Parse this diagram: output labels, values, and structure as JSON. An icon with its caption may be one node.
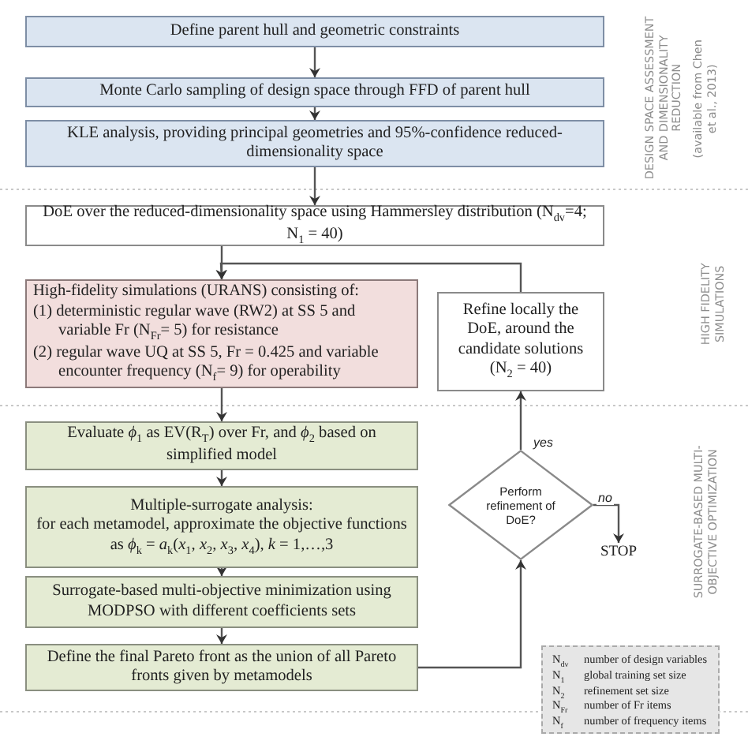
{
  "diagram": {
    "nodes": [
      {
        "text": [
          "Define parent hull and geometric constraints"
        ]
      },
      {
        "text": [
          "Monte Carlo sampling of design space through FFD of parent hull"
        ]
      },
      {
        "text": [
          "KLE analysis, providing principal geometries and 95%-confidence reduced-dimensionality space"
        ]
      },
      {
        "text": [
          "DoE over the reduced-dimensionality space using Hammersley distribution (N$_{dv}$=4; N$_{1}$ = 40)"
        ]
      },
      {
        "text": [
          "High-fidelity simulations (URANS) consisting of:",
          "(1) deterministic regular wave (RW2) at SS 5 and variable Fr (N$_{Fr}$= 5) for resistance",
          "(2) regular wave UQ at SS 5, Fr = 0.425 and variable encounter frequency (N$_{f}$= 9) for operability"
        ]
      },
      {
        "text": [
          "Refine locally the DoE, around the candidate solutions (N$_{2}$ = 40)"
        ]
      },
      {
        "text": [
          "Evaluate *ϕ*$_{1}$ as EV(R$_{T}$) over Fr, and *ϕ*$_{2}$ based on simplified model"
        ]
      },
      {
        "text": [
          "Multiple-surrogate analysis:",
          "for each metamodel, approximate the objective functions as *ϕ*$_{k}$ = *a*$_{k}$(*x*$_{1}$, *x*$_{2}$, *x*$_{3}$, *x*$_{4}$), *k* = 1,…,3"
        ]
      },
      {
        "text": [
          "Surrogate-based multi-objective minimization using MODPSO with different coefficients sets"
        ]
      },
      {
        "text": [
          "Define the final Pareto front as the union of all Pareto fronts given by metamodels"
        ]
      },
      {
        "text": [
          "Perform refinement of DoE?"
        ]
      },
      {
        "text": [
          "STOP"
        ]
      }
    ],
    "edges": [
      {
        "from": 0,
        "to": 1,
        "arrow": "to"
      },
      {
        "from": 1,
        "to": 2,
        "arrow": "to"
      },
      {
        "from": 2,
        "to": 3,
        "arrow": "to"
      },
      {
        "from": 3,
        "to": 4,
        "arrow": "to"
      },
      {
        "from": 4,
        "to": 6,
        "arrow": "to"
      },
      {
        "from": 6,
        "to": 7,
        "arrow": "to"
      },
      {
        "from": 7,
        "to": 8,
        "arrow": "to"
      },
      {
        "from": 8,
        "to": 9,
        "arrow": "to"
      },
      {
        "from": 9,
        "to": 10,
        "arrow": "to"
      },
      {
        "from": 10,
        "to": 5,
        "arrow": "to",
        "label": "yes"
      },
      {
        "from": 5,
        "to": 4,
        "arrow": "to"
      },
      {
        "from": 10,
        "to": 11,
        "arrow": "to",
        "label": "no"
      }
    ],
    "labels": [
      "DESIGN SPACE ASSESSMENT AND DIMENSIONALITY REDUCTION",
      "(available from Chen et al., 2013)",
      "HIGH FIDELITY SIMULATIONS",
      "SURROGATE-BASED MULTI-OBJECTIVE OPTIMIZATION",
      "N$_{dv}$",
      "number of design variables",
      "N$_{1}$",
      "global training set size",
      "N$_{2}$",
      "refinement set size",
      "N$_{Fr}$",
      "number of Fr items",
      "N$_{f}$",
      "number of frequency items"
    ]
  }
}
